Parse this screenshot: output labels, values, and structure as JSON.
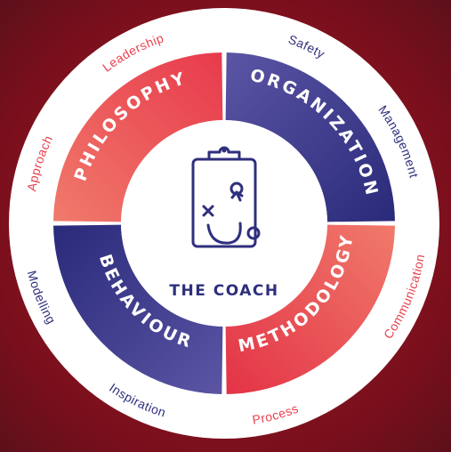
{
  "colors": {
    "background": "#7a0f1c",
    "ring": "#ffffff",
    "red": "#e8424f",
    "red_light": "#f07a6b",
    "navy": "#2f2f7e",
    "navy_light": "#5b55a4",
    "center": "#ffffff"
  },
  "center": {
    "icon": "clipboard-tactics-icon",
    "title": "THE COACH"
  },
  "quadrants": [
    {
      "key": "philosophy",
      "label": "PHILOSOPHY",
      "color": "red"
    },
    {
      "key": "organization",
      "label": "ORGANIZATION",
      "color": "navy"
    },
    {
      "key": "methodology",
      "label": "METHODOLOGY",
      "color": "red"
    },
    {
      "key": "behaviour",
      "label": "BEHAVIOUR",
      "color": "navy"
    }
  ],
  "outer_labels": [
    {
      "key": "leadership",
      "text": "Leadership",
      "color": "red"
    },
    {
      "key": "safety",
      "text": "Safety",
      "color": "navy"
    },
    {
      "key": "management",
      "text": "Management",
      "color": "navy"
    },
    {
      "key": "communication",
      "text": "Communication",
      "color": "red"
    },
    {
      "key": "process",
      "text": "Process",
      "color": "red"
    },
    {
      "key": "inspiration",
      "text": "Inspiration",
      "color": "navy"
    },
    {
      "key": "modelling",
      "text": "Modelling",
      "color": "navy"
    },
    {
      "key": "approach",
      "text": "Approach",
      "color": "red"
    }
  ]
}
